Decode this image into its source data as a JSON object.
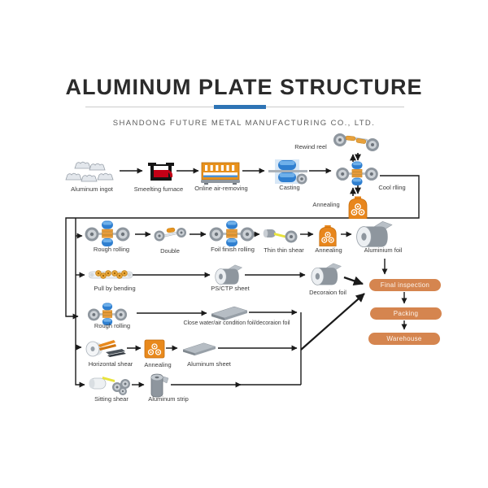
{
  "header": {
    "title": "ALUMINUM PLATE STRUCTURE",
    "subtitle": "SHANDONG FUTURE METAL MANUFACTURING CO., LTD.",
    "accent_color": "#2e74b5"
  },
  "colors": {
    "line": "#1a1a1a",
    "pill_fill": "#d5854f",
    "pill_text": "#fdf4ec",
    "furnace_orange": "#e8861c",
    "roller_blue": "#2f7fd0",
    "roller_gray": "#8e969e",
    "label_text": "#3a3a3a"
  },
  "flow": {
    "rows": [
      {
        "name": "melting-line",
        "steps": [
          {
            "label": "Aluminum ingot",
            "icon": "ingot-icon"
          },
          {
            "label": "Smeelting furnace",
            "icon": "furnace-icon"
          },
          {
            "label": "Online air-removing",
            "icon": "air-removing-icon"
          },
          {
            "label": "Casting",
            "icon": "casting-icon"
          },
          {
            "label": "Rewind reel",
            "icon": "rewind-reel-icon"
          },
          {
            "label": "Cool rlling",
            "icon": "cool-rolling-mill-icon"
          },
          {
            "label": "Annealing",
            "icon": "annealing-furnace-icon"
          }
        ]
      },
      {
        "name": "foil-line",
        "steps": [
          {
            "label": "Rough rolling",
            "icon": "rolling-mill-icon"
          },
          {
            "label": "Double",
            "icon": "double-roller-icon"
          },
          {
            "label": "Foil finish rolling",
            "icon": "rolling-mill-icon"
          },
          {
            "label": "Thin thin shear",
            "icon": "thin-shear-icon"
          },
          {
            "label": "Annealing",
            "icon": "annealing-furnace-icon"
          },
          {
            "label": "Aluminium foil",
            "icon": "foil-roll-icon"
          }
        ]
      },
      {
        "name": "ps-ctp-line",
        "steps": [
          {
            "label": "Pull by bending",
            "icon": "pull-bending-icon"
          },
          {
            "label": "PS/CTP sheet",
            "icon": "foil-roll-icon"
          },
          {
            "label": "Decoraion foil",
            "icon": "foil-roll-icon"
          }
        ]
      },
      {
        "name": "condition-foil-line",
        "steps": [
          {
            "label": "Rough rolling",
            "icon": "rolling-mill-icon"
          },
          {
            "label": "Close water/air condition foil/decoraion foil",
            "icon": "sheet-icon"
          }
        ]
      },
      {
        "name": "sheet-line",
        "steps": [
          {
            "label": "Horizontal shear",
            "icon": "horizontal-shear-icon"
          },
          {
            "label": "Annealing",
            "icon": "annealing-box-icon"
          },
          {
            "label": "Aluminum sheet",
            "icon": "sheet-icon"
          }
        ]
      },
      {
        "name": "strip-line",
        "steps": [
          {
            "label": "Sitting shear",
            "icon": "sitting-shear-icon"
          },
          {
            "label": "Aluminum strip",
            "icon": "strip-roll-icon"
          }
        ]
      }
    ],
    "outputs": [
      {
        "label": "Final inspection"
      },
      {
        "label": "Packing"
      },
      {
        "label": "Warehouse"
      }
    ]
  }
}
